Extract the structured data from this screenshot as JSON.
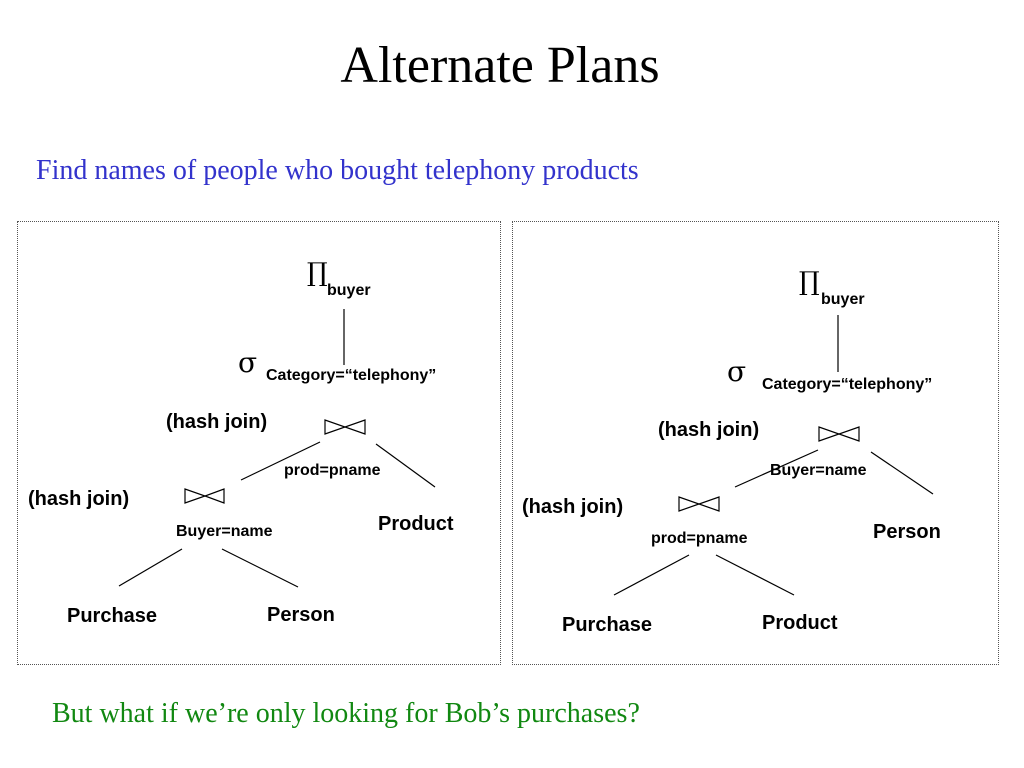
{
  "title": "Alternate Plans",
  "subtitle": "Find names of people who bought telephony products",
  "footer": "But what if we’re only looking for Bob’s purchases?",
  "symbols": {
    "projection": "∏",
    "selection": "σ"
  },
  "plans": [
    {
      "projection_attr": "buyer",
      "selection_condition": "Category=“telephony”",
      "top_join_label": "(hash join)",
      "top_join_condition": "prod=pname",
      "bottom_join_label": "(hash join)",
      "bottom_join_condition": "Buyer=name",
      "top_right_relation": "Product",
      "bottom_left_relation": "Purchase",
      "bottom_right_relation": "Person"
    },
    {
      "projection_attr": "buyer",
      "selection_condition": "Category=“telephony”",
      "top_join_label": "(hash join)",
      "top_join_condition": "Buyer=name",
      "bottom_join_label": "(hash join)",
      "bottom_join_condition": "prod=pname",
      "top_right_relation": "Person",
      "bottom_left_relation": "Purchase",
      "bottom_right_relation": "Product"
    }
  ]
}
